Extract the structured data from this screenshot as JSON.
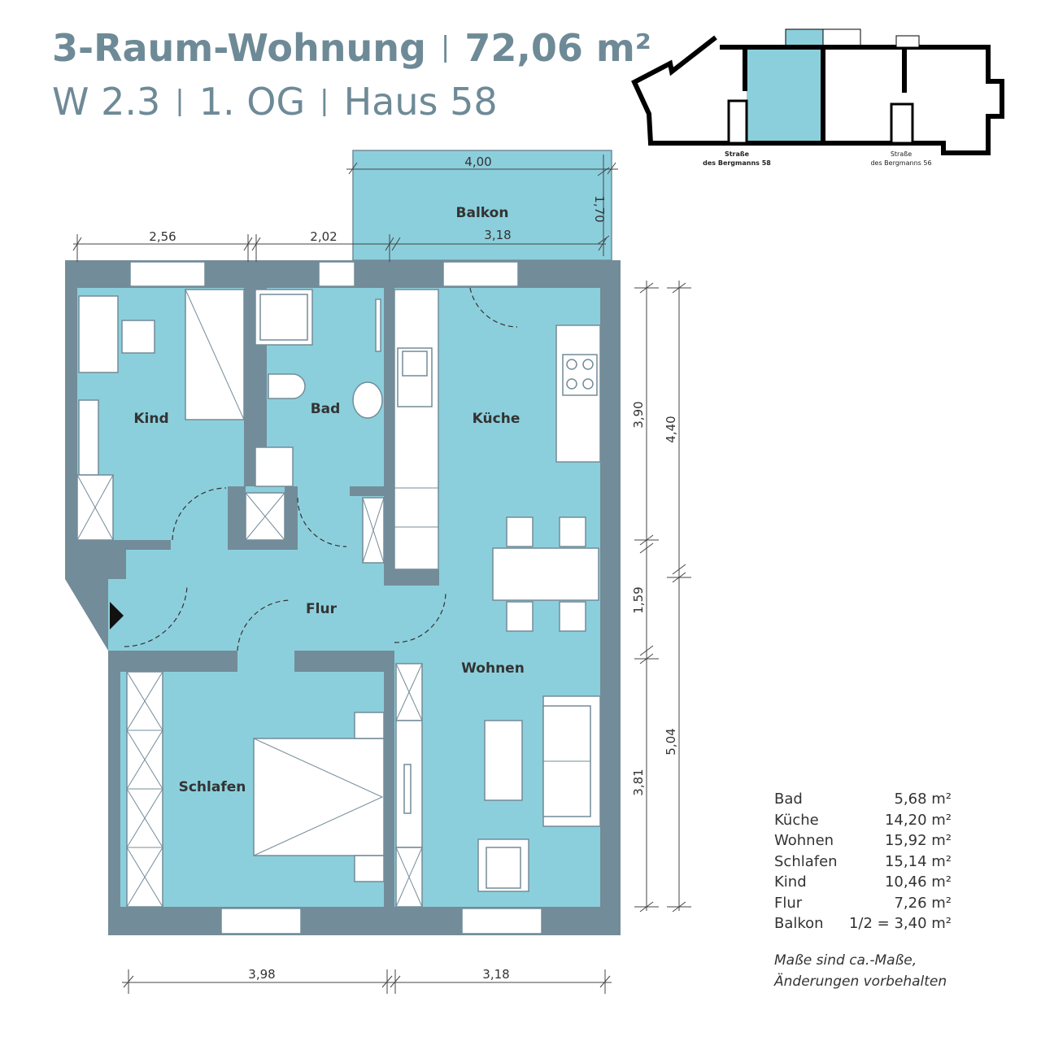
{
  "header": {
    "title": "3-Raum-Wohnung",
    "area": "72,06 m²",
    "unit": "W 2.3",
    "floor": "1. OG",
    "house": "Haus 58",
    "separator": "|"
  },
  "keyplan": {
    "label_58_line1": "Straße",
    "label_58_line2": "des Bergmanns 58",
    "label_56_line1": "Straße",
    "label_56_line2": "des Bergmanns 56",
    "highlight_color": "#8ccfdc"
  },
  "rooms": {
    "kind": "Kind",
    "bad": "Bad",
    "kueche": "Küche",
    "flur": "Flur",
    "wohnen": "Wohnen",
    "schlafen": "Schlafen",
    "balkon": "Balkon"
  },
  "dimensions": {
    "top_1": "2,56",
    "top_2": "2,02",
    "top_3": "3,18",
    "balkon_w": "4,00",
    "balkon_d": "1,70",
    "right_1": "3,90",
    "right_2": "1,59",
    "right_3": "3,81",
    "right_outer_1": "4,40",
    "right_outer_2": "5,04",
    "bottom_1": "3,98",
    "bottom_2": "3,18"
  },
  "areas": [
    {
      "room": "Bad",
      "value": "5,68 m²"
    },
    {
      "room": "Küche",
      "value": "14,20 m²"
    },
    {
      "room": "Wohnen",
      "value": "15,92 m²"
    },
    {
      "room": "Schlafen",
      "value": "15,14 m²"
    },
    {
      "room": "Kind",
      "value": "10,46 m²"
    },
    {
      "room": "Flur",
      "value": "7,26 m²"
    },
    {
      "room": "Balkon",
      "value": "1/2 = 3,40 m²"
    }
  ],
  "note": {
    "line1": "Maße sind ca.-Maße,",
    "line2": "Änderungen vorbehalten"
  },
  "colors": {
    "wall": "#738c99",
    "room": "#8ccfdc",
    "title": "#6e8a97"
  }
}
